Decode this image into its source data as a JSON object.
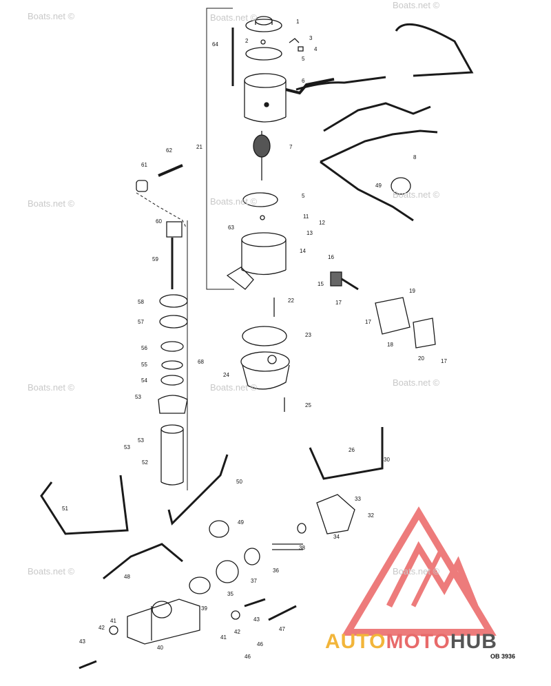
{
  "diagram": {
    "code": "OB 3936",
    "watermark_text": "Boats.net ©",
    "brand": {
      "part1": "AUTO",
      "part2": "MOTO",
      "part3": "HUB",
      "color1": "#f2b53a",
      "color2": "#e86a6a",
      "color3": "#555555",
      "triangle_color": "#e85050"
    },
    "callouts": {
      "c1": "1",
      "c2": "2",
      "c3": "3",
      "c4": "4",
      "c5a": "5",
      "c6": "6",
      "c7": "7",
      "c8": "8",
      "c49a": "49",
      "c5b": "5",
      "c11": "11",
      "c12": "12",
      "c13": "13",
      "c14": "14",
      "c16": "16",
      "c15": "15",
      "c17a": "17",
      "c19": "19",
      "c17b": "17",
      "c18": "18",
      "c20": "20",
      "c17c": "17",
      "c22": "22",
      "c23": "23",
      "c24": "24",
      "c25": "25",
      "c21": "21",
      "c64": "64",
      "c62": "62",
      "c61": "61",
      "c60": "60",
      "c63": "63",
      "c59": "59",
      "c58": "58",
      "c57": "57",
      "c56": "56",
      "c55": "55",
      "c54": "54",
      "c53a": "53",
      "c68": "68",
      "c53b": "53",
      "c53c": "53",
      "c52": "52",
      "c26": "26",
      "c30": "30",
      "c33": "33",
      "c32": "32",
      "c34": "34",
      "c50": "50",
      "c51": "51",
      "c49b": "49",
      "c38a": "38",
      "c36": "36",
      "c37": "37",
      "c35": "35",
      "c48": "48",
      "c39": "39",
      "c43a": "43",
      "c47": "47",
      "c41a": "41",
      "c42a": "42",
      "c41b": "41",
      "c42b": "42",
      "c46a": "46",
      "c46b": "46",
      "c40": "40",
      "c43b": "43"
    }
  }
}
